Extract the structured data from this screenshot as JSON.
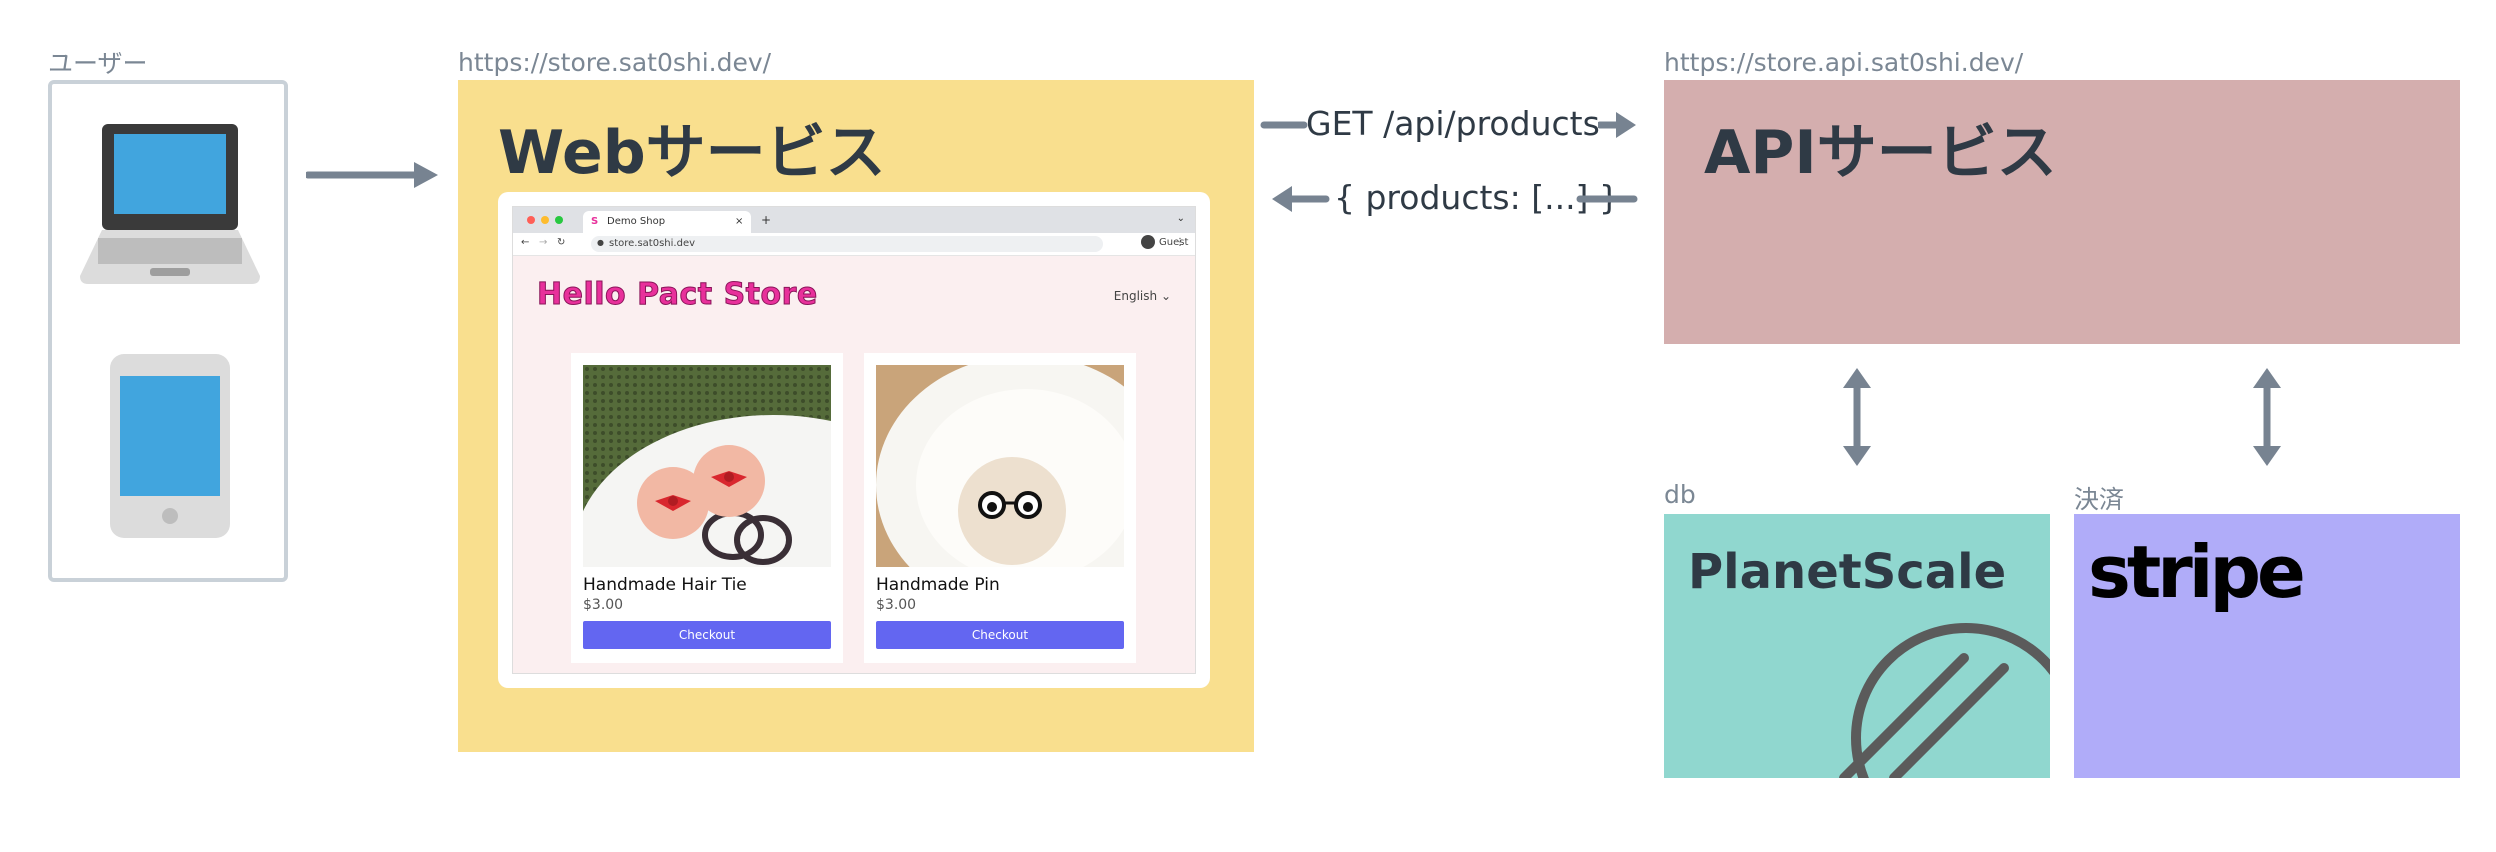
{
  "user": {
    "label": "ユーザー"
  },
  "web": {
    "url": "https://store.sat0shi.dev/",
    "title": "Webサービス",
    "browser": {
      "tab_title": "Demo Shop",
      "tab_close": "×",
      "new_tab": "+",
      "address": "store.sat0shi.dev",
      "account": "Guest",
      "menu": "⋮"
    },
    "store": {
      "title": "Hello Pact Store",
      "language": "English ⌄",
      "products": [
        {
          "name": "Handmade Hair Tie",
          "price": "$3.00",
          "button": "Checkout"
        },
        {
          "name": "Handmade Pin",
          "price": "$3.00",
          "button": "Checkout"
        }
      ]
    }
  },
  "requests": {
    "request": "GET /api/products",
    "response": "{ products: [...] }"
  },
  "api": {
    "url": "https://store.api.sat0shi.dev/",
    "title": "APIサービス"
  },
  "db": {
    "label": "db",
    "service": "PlanetScale"
  },
  "payment": {
    "label": "決済",
    "service": "stripe"
  },
  "colors": {
    "arrow": "#778391",
    "web_bg": "#f9df8e",
    "api_bg": "#d4aeae",
    "db_bg": "#90d7cf",
    "payment_bg": "#b0acf9",
    "device_screen": "#41a5de",
    "checkout_button": "#6366f1"
  }
}
